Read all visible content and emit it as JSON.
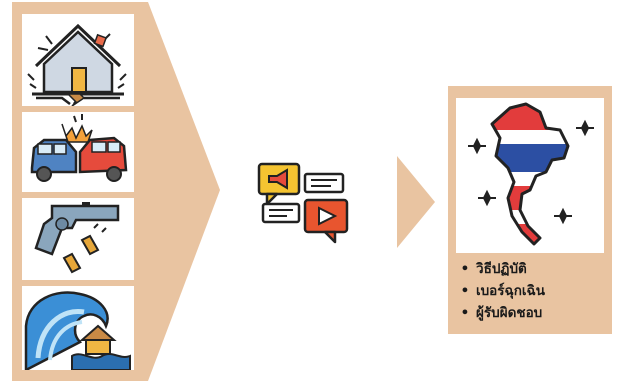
{
  "left_panel": {
    "icons": [
      "earthquake-house-icon",
      "car-crash-icon",
      "gun-icon",
      "tsunami-icon"
    ],
    "fill_color": "#e9c4a1"
  },
  "center": {
    "icon": "chat-media-icon"
  },
  "right_box": {
    "map_icon": "thailand-flag-map-icon",
    "items": [
      {
        "label": "วิธีปฏิบัติ"
      },
      {
        "label": "เบอร์ฉุกเฉิน"
      },
      {
        "label": "ผู้รับผิดชอบ"
      }
    ],
    "bullet": "•",
    "fill_color": "#e9c4a1"
  }
}
